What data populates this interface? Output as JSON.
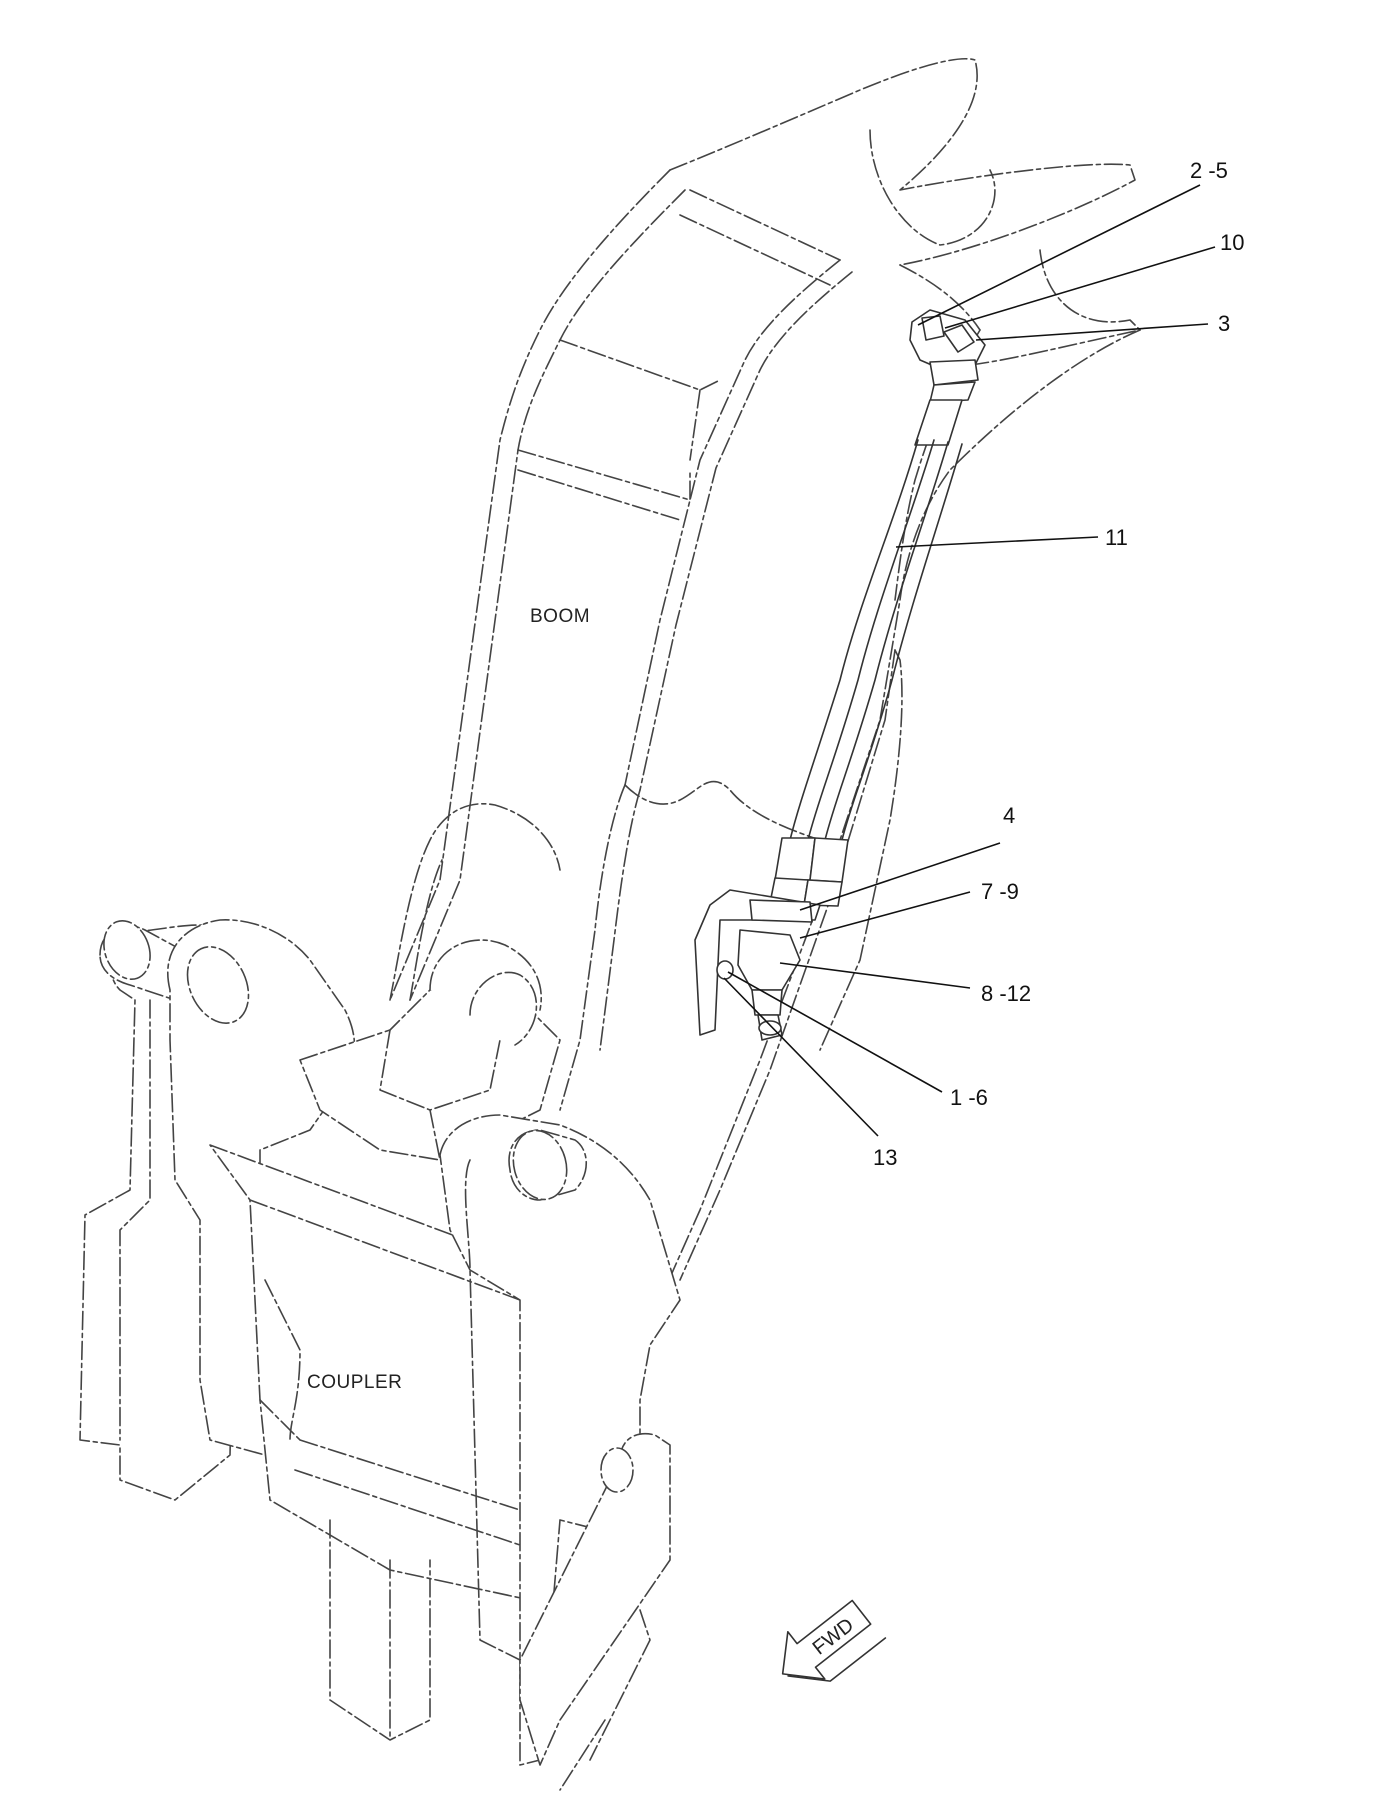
{
  "labels": {
    "boom": "BOOM",
    "coupler": "COUPLER",
    "fwd": "FWD"
  },
  "callouts": [
    {
      "id": "c-2-5",
      "text": "2 -5"
    },
    {
      "id": "c-10",
      "text": "10"
    },
    {
      "id": "c-3",
      "text": "3"
    },
    {
      "id": "c-11",
      "text": "11"
    },
    {
      "id": "c-4",
      "text": "4"
    },
    {
      "id": "c-7-9",
      "text": "7 -9"
    },
    {
      "id": "c-8-12",
      "text": "8 -12"
    },
    {
      "id": "c-1-6",
      "text": "1 -6"
    },
    {
      "id": "c-13",
      "text": "13"
    }
  ]
}
